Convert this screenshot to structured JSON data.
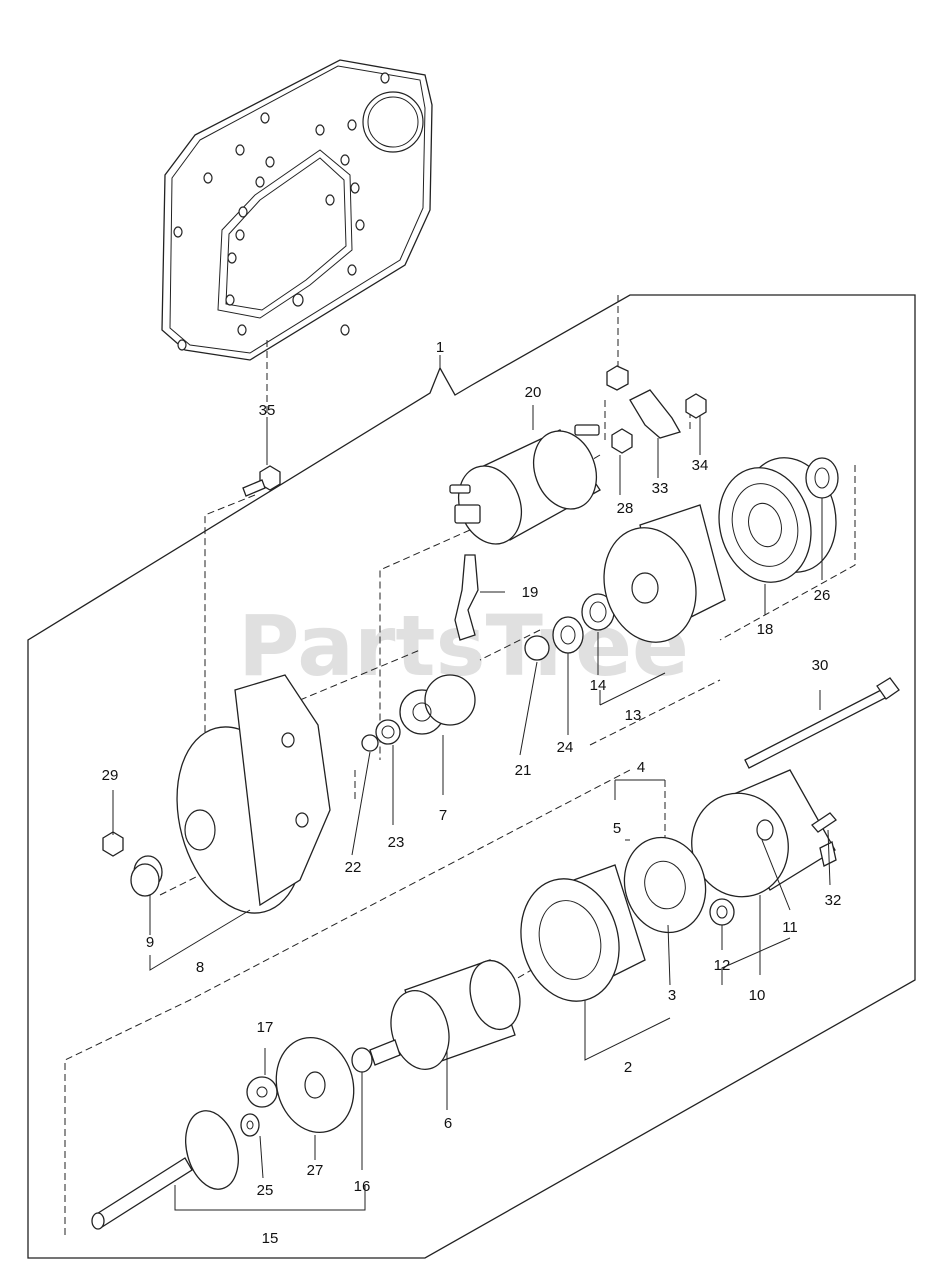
{
  "watermark": "PartsTree",
  "watermark_mark": "™",
  "callouts": {
    "c1": "1",
    "c2": "2",
    "c3": "3",
    "c4": "4",
    "c5": "5",
    "c6": "6",
    "c7": "7",
    "c8": "8",
    "c9": "9",
    "c10": "10",
    "c11": "11",
    "c12": "12",
    "c13": "13",
    "c14": "14",
    "c15": "15",
    "c16": "16",
    "c17": "17",
    "c18": "18",
    "c19": "19",
    "c20": "20",
    "c21": "21",
    "c22": "22",
    "c23": "23",
    "c24": "24",
    "c25": "25",
    "c26": "26",
    "c27": "27",
    "c28": "28",
    "c29": "29",
    "c30": "30",
    "c32": "32",
    "c33": "33",
    "c34": "34",
    "c35": "35"
  }
}
